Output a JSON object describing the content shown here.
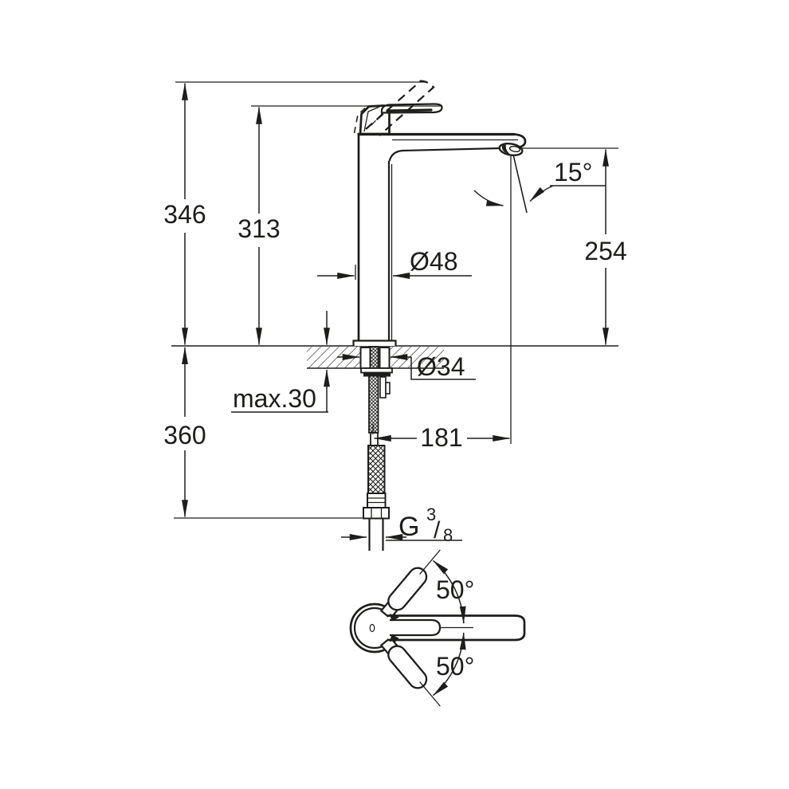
{
  "drawing": {
    "type": "technical-dimension-drawing",
    "subject": "single-lever basin mixer faucet, front view with mounting section and handle top view",
    "colors": {
      "line": "#1d1d1b",
      "background": "#ffffff"
    }
  },
  "front_view": {
    "dims": {
      "total_height": "346",
      "handle_height": "313",
      "spout_outlet_height": "254",
      "outlet_angle": "15°",
      "body_diameter": "Ø48",
      "mounting_hole_diameter": "Ø34",
      "max_deck_thickness": "max.30",
      "below_deck_length": "360",
      "spout_reach": "181"
    },
    "thread": {
      "letter": "G",
      "numerator": "3",
      "slash": "/",
      "denominator": "8"
    }
  },
  "top_view": {
    "swivel_up": "50°",
    "swivel_down": "50°"
  }
}
